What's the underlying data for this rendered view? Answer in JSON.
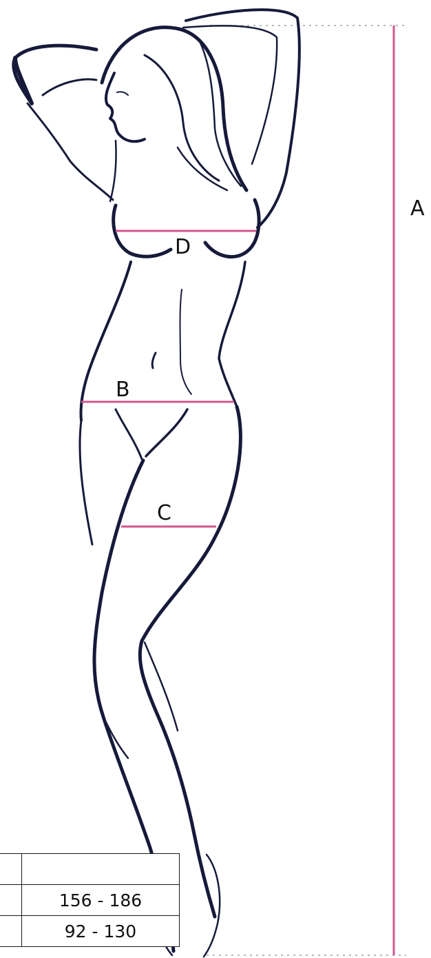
{
  "labels": {
    "height": "A",
    "bust": "D",
    "hips": "B",
    "thigh": "C"
  },
  "colors": {
    "outline": "#161a3a",
    "measure_line": "#d2558f",
    "dotted_guide": "#b8b8b8",
    "table_border": "#1a1a1a"
  },
  "size_table": {
    "rows": [
      {
        "label": "",
        "value": ""
      },
      {
        "label": "",
        "value": "156 - 186"
      },
      {
        "label": "",
        "value": "92 - 130"
      }
    ]
  }
}
